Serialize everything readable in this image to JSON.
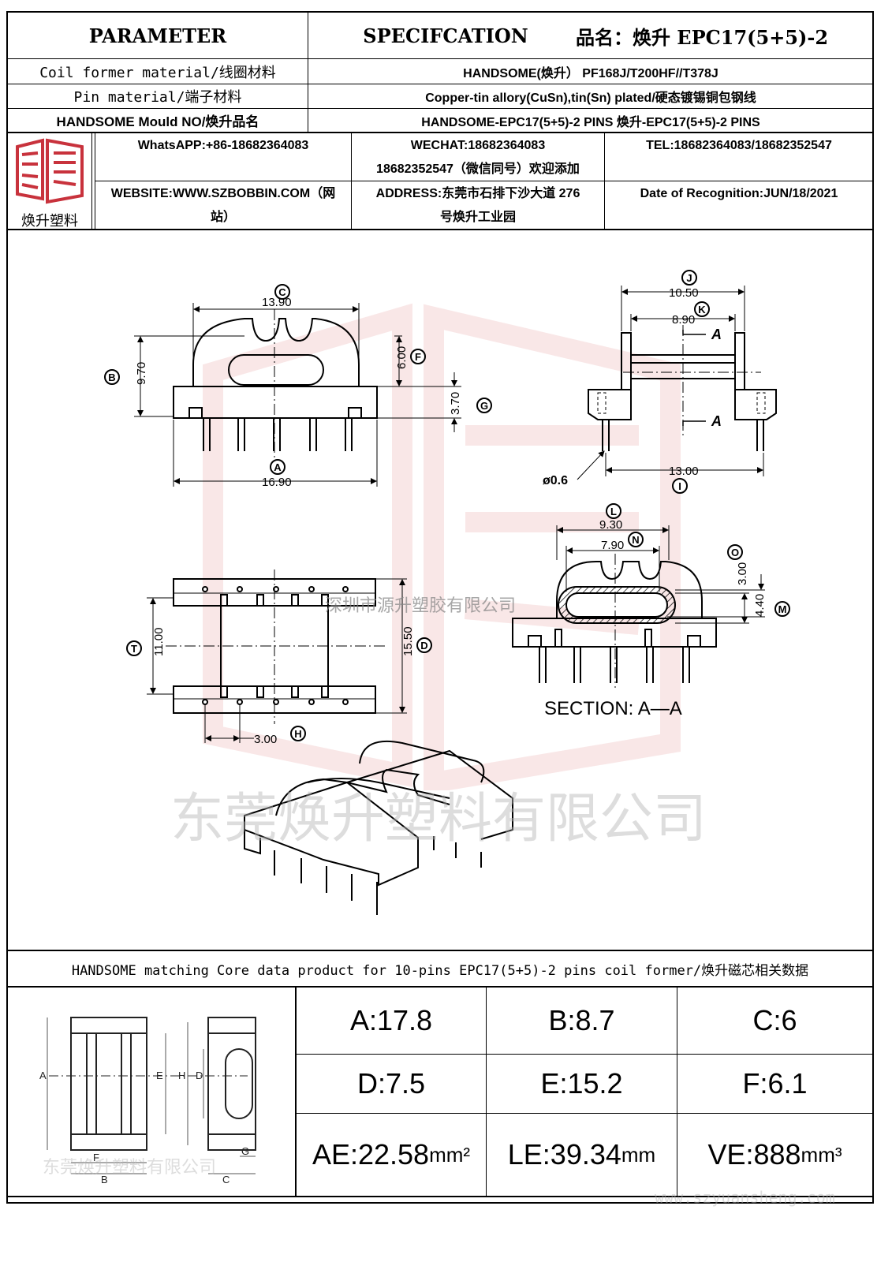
{
  "header": {
    "parameter": "PARAMETER",
    "specification": "SPECIFCATION",
    "product_name": "品名：焕升 EPC17(5+5)-2"
  },
  "spec_rows": [
    {
      "label": "Coil former material/线圈材料",
      "value": "HANDSOME(焕升）  PF168J/T200HF//T378J"
    },
    {
      "label": "Pin material/端子材料",
      "value": "Copper-tin allory(CuSn),tin(Sn) plated/硬态镀锡铜包钢线"
    },
    {
      "label": "HANDSOME Mould NO/焕升品名",
      "value": "HANDSOME-EPC17(5+5)-2 PINS   焕升-EPC17(5+5)-2 PINS"
    }
  ],
  "company": {
    "logo_text": "焕升塑料",
    "whatsapp": "WhatsAPP:+86-18682364083",
    "wechat_line1": "WECHAT:18682364083",
    "wechat_line2": "18682352547（微信同号）欢迎添加",
    "tel": "TEL:18682364083/18682352547",
    "website_line1": "WEBSITE:WWW.SZBOBBIN.COM（网",
    "website_line2": "站）",
    "address_line1": "ADDRESS:东莞市石排下沙大道 276",
    "address_line2": "号焕升工业园",
    "date": "Date of Recognition:JUN/18/2021"
  },
  "drawing": {
    "front": {
      "C": "13.90",
      "B": "9.70",
      "F": "6.00",
      "G": "3.70",
      "A": "16.90"
    },
    "side": {
      "J": "10.50",
      "K": "8.90",
      "I": "13.00",
      "pin_dia": "ø0.6",
      "section": "A"
    },
    "top": {
      "T": "11.00",
      "D": "15.50",
      "H": "3.00"
    },
    "section_view": {
      "L": "9.30",
      "N": "7.90",
      "O": "3.00",
      "M": "4.40",
      "title": "SECTION:  A—A"
    },
    "letters": {
      "A": "A",
      "B": "B",
      "C": "C",
      "D": "D",
      "F": "F",
      "G": "G",
      "H": "H",
      "I": "I",
      "J": "J",
      "K": "K",
      "L": "L",
      "M": "M",
      "N": "N",
      "O": "O",
      "T": "T"
    }
  },
  "watermarks": {
    "center": "深圳市源升塑胶有限公司",
    "large": "东莞焕升塑料有限公司",
    "core": "东莞焕升塑料有限公司",
    "footer": "www.szyuansheng.com"
  },
  "core_section": {
    "title": "HANDSOME matching Core data  product for 10-pins EPC17(5+5)-2 pins coil former/焕升磁芯相关数据",
    "diagram_labels": {
      "A": "A",
      "E": "E",
      "H": "H",
      "D": "D",
      "F": "F",
      "B": "B",
      "C": "C",
      "G": "G"
    },
    "values": [
      {
        "text": "A:17.8",
        "unit": ""
      },
      {
        "text": "B:8.7",
        "unit": ""
      },
      {
        "text": "C:6",
        "unit": ""
      },
      {
        "text": "D:7.5",
        "unit": ""
      },
      {
        "text": "E:15.2",
        "unit": ""
      },
      {
        "text": "F:6.1",
        "unit": ""
      },
      {
        "text": "AE:22.58",
        "unit": "mm²"
      },
      {
        "text": "LE:39.34",
        "unit": "mm"
      },
      {
        "text": "VE:888",
        "unit": "mm³"
      }
    ]
  },
  "colors": {
    "logo_red": "#c8323c",
    "watermark": "#b4b4b4"
  }
}
